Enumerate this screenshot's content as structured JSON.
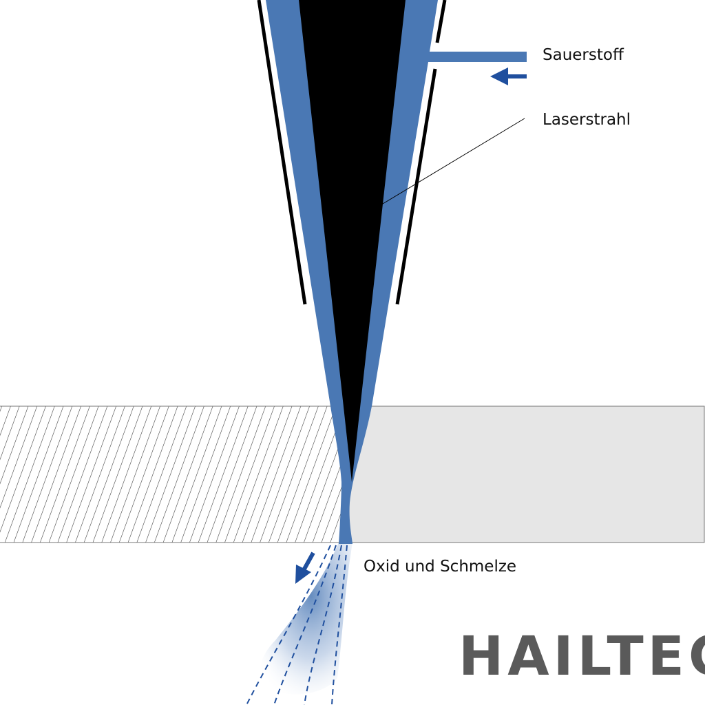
{
  "labels": {
    "oxygen": "Sauerstoff",
    "laser_beam": "Laserstrahl",
    "oxide_melt": "Oxid und Schmelze"
  },
  "logo": {
    "text": "HAILTEC"
  },
  "colors": {
    "gas_blue": "#4a78b4",
    "arrow_blue": "#1f4f9e",
    "beam_black": "#000000",
    "workpiece_fill": "#e6e6e6",
    "hatch_line": "#333333",
    "logo_gray": "#5a5a5a"
  }
}
